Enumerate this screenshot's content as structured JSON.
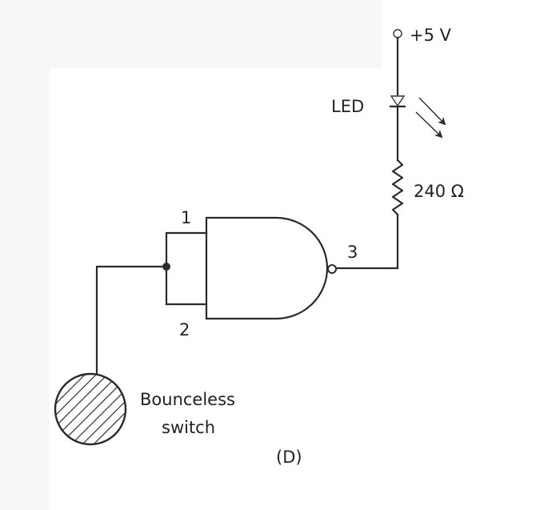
{
  "figure": {
    "label": "(D)",
    "supply": {
      "label": "+5 V"
    },
    "led": {
      "label": "LED"
    },
    "resistor": {
      "label": "240 Ω"
    },
    "gate": {
      "type": "NAND",
      "pins": {
        "input_a": "1",
        "input_b": "2",
        "output": "3"
      }
    },
    "switch": {
      "label_line1": "Bounceless",
      "label_line2": "switch"
    }
  },
  "colors": {
    "ink": "#222222",
    "background": "#ffffff",
    "margin": "#f7f7f7"
  }
}
